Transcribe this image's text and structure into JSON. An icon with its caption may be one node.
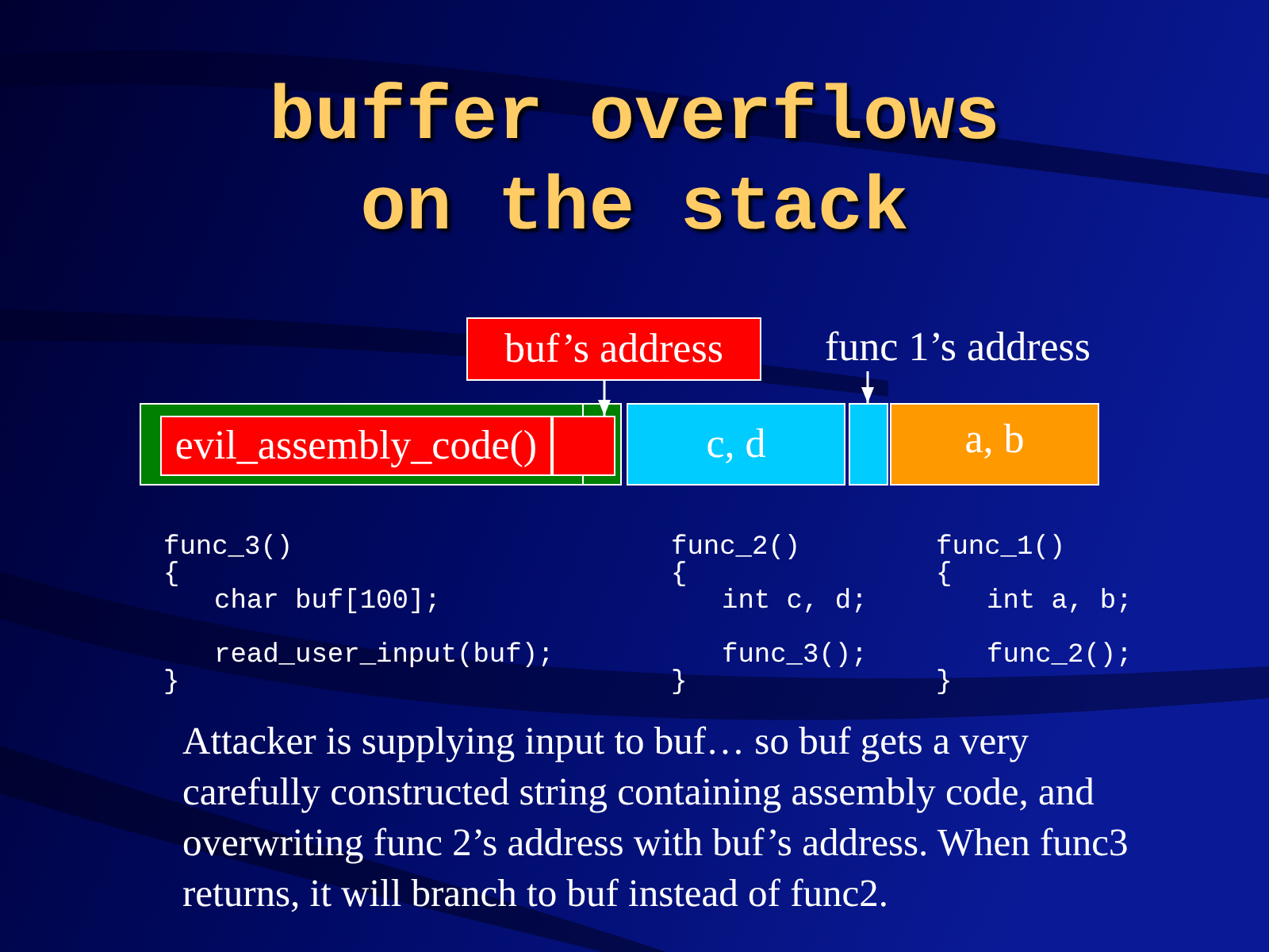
{
  "diagram": {
    "title": "buffer overflows on the stack",
    "caption": "Attacker is supplying input to buf… so buf gets a very carefully constructed string containing assembly code, and overwriting func 2’s address with buf’s address. When func3 returns, it will branch to buf instead of func2.",
    "nodes": [
      {
        "text": [
          "buf’s address"
        ]
      },
      {
        "text": [
          "func 1’s address"
        ]
      },
      {
        "text": [],
        "shape": "box"
      },
      {
        "text": [
          "evil_assembly_code()"
        ],
        "in": 2
      },
      {
        "text": [],
        "shape": "box",
        "in": 2
      },
      {
        "text": [
          "c, d"
        ]
      },
      {
        "text": [],
        "shape": "box"
      },
      {
        "text": [
          "a, b"
        ]
      }
    ],
    "edges": [
      {
        "from": 0,
        "to": 4,
        "arrow": "to"
      },
      {
        "from": 1,
        "to": 6,
        "arrow": "to"
      }
    ],
    "labels": [
      "func_3()",
      "{",
      "char buf[100];",
      "read_user_input(buf);",
      "}",
      "func_2()",
      "{",
      "int c, d;",
      "func_3();",
      "}",
      "func_1()",
      "{",
      "int a, b;",
      "func_2();",
      "}"
    ]
  }
}
